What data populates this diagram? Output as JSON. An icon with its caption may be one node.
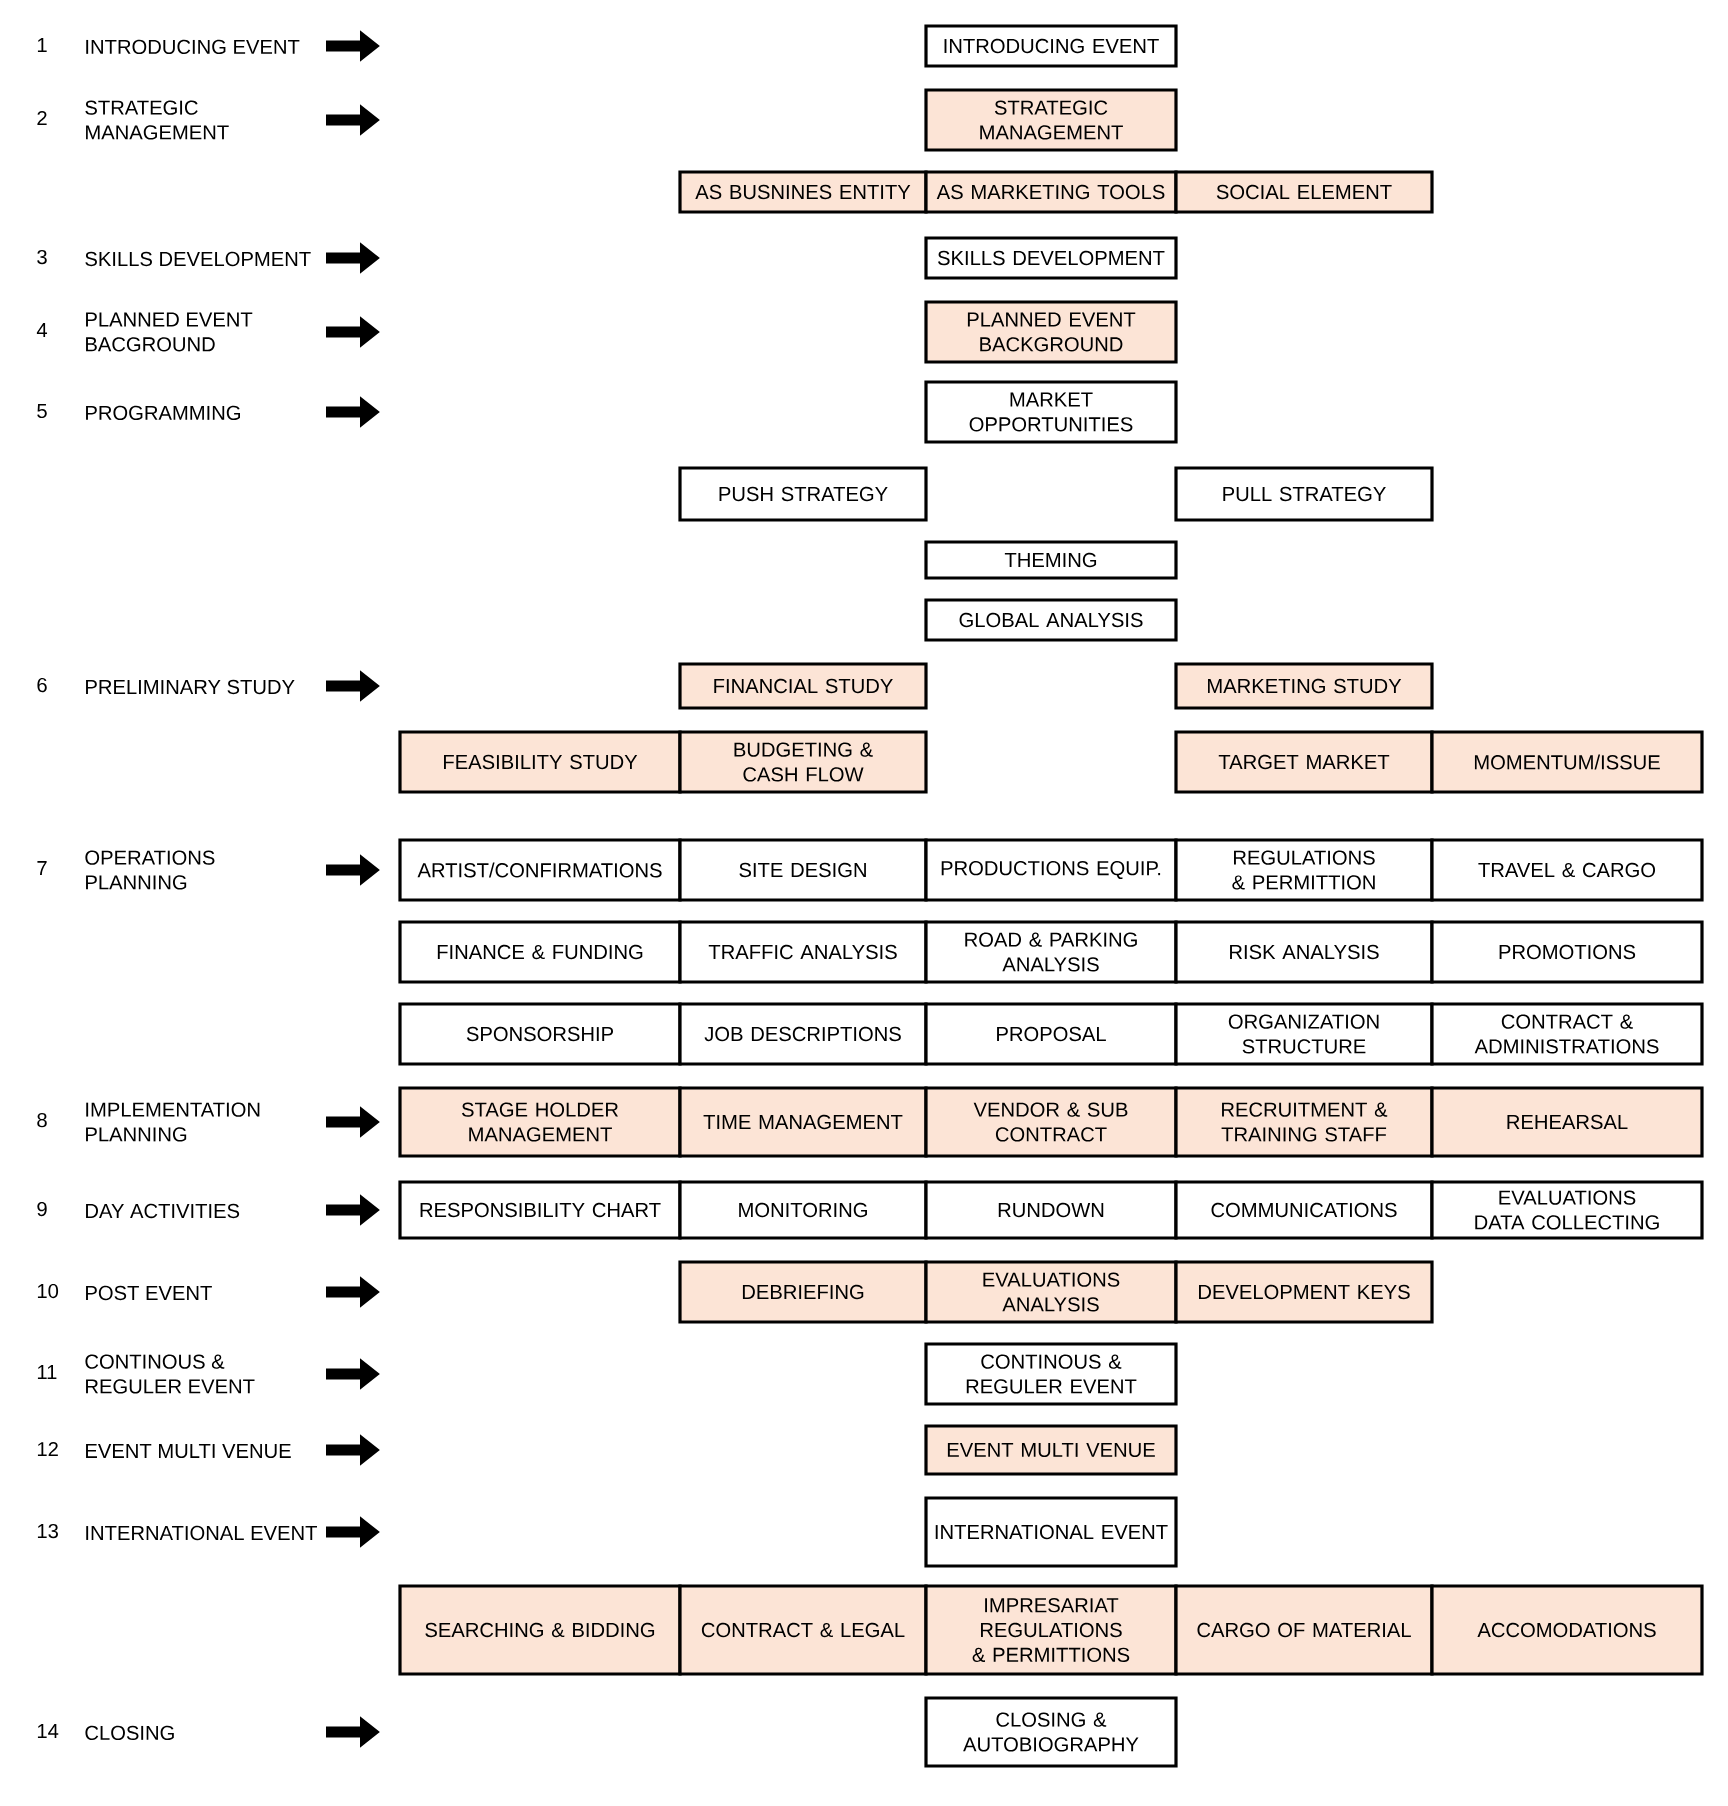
{
  "diagram": {
    "nodes": [
      {
        "text": [
          "1",
          "INTRODUCING EVENT"
        ]
      },
      {
        "text": [
          "INTRODUCING EVENT"
        ]
      },
      {
        "text": [
          "2",
          "STRATEGIC MANAGEMENT"
        ]
      },
      {
        "text": [
          "STRATEGIC MANAGEMENT"
        ]
      },
      {
        "text": [
          "AS BUSNINES ENTITY"
        ]
      },
      {
        "text": [
          "AS MARKETING TOOLS"
        ]
      },
      {
        "text": [
          "SOCIAL ELEMENT"
        ]
      },
      {
        "text": [
          "3",
          "SKILLS DEVELOPMENT"
        ]
      },
      {
        "text": [
          "SKILLS DEVELOPMENT"
        ]
      },
      {
        "text": [
          "4",
          "PLANNED EVENT BACGROUND"
        ]
      },
      {
        "text": [
          "PLANNED EVENT BACKGROUND"
        ]
      },
      {
        "text": [
          "5",
          "PROGRAMMING"
        ]
      },
      {
        "text": [
          "MARKET OPPORTUNITIES"
        ]
      },
      {
        "text": [
          "PUSH STRATEGY"
        ]
      },
      {
        "text": [
          "PULL STRATEGY"
        ]
      },
      {
        "text": [
          "THEMING"
        ]
      },
      {
        "text": [
          "GLOBAL ANALYSIS"
        ]
      },
      {
        "text": [
          "6",
          "PRELIMINARY STUDY"
        ]
      },
      {
        "text": [
          "FINANCIAL STUDY"
        ]
      },
      {
        "text": [
          "MARKETING STUDY"
        ]
      },
      {
        "text": [
          "FEASIBILITY STUDY"
        ]
      },
      {
        "text": [
          "BUDGETING & CASH FLOW"
        ]
      },
      {
        "text": [
          "TARGET MARKET"
        ]
      },
      {
        "text": [
          "MOMENTUM/ISSUE"
        ]
      },
      {
        "text": [
          "7",
          "OPERATIONS PLANNING"
        ]
      },
      {
        "text": [
          "ARTIST/CONFIRMATIONS"
        ]
      },
      {
        "text": [
          "SITE DESIGN"
        ]
      },
      {
        "text": [
          "PRODUCTIONS EQUIP."
        ]
      },
      {
        "text": [
          "REGULATIONS & PERMITTION"
        ]
      },
      {
        "text": [
          "TRAVEL & CARGO"
        ]
      },
      {
        "text": [
          "FINANCE & FUNDING"
        ]
      },
      {
        "text": [
          "TRAFFIC ANALYSIS"
        ]
      },
      {
        "text": [
          "ROAD & PARKING ANALYSIS"
        ]
      },
      {
        "text": [
          "RISK ANALYSIS"
        ]
      },
      {
        "text": [
          "PROMOTIONS"
        ]
      },
      {
        "text": [
          "SPONSORSHIP"
        ]
      },
      {
        "text": [
          "JOB DESCRIPTIONS"
        ]
      },
      {
        "text": [
          "PROPOSAL"
        ]
      },
      {
        "text": [
          "ORGANIZATION STRUCTURE"
        ]
      },
      {
        "text": [
          "CONTRACT & ADMINISTRATIONS"
        ]
      },
      {
        "text": [
          "8",
          "IMPLEMENTATION PLANNING"
        ]
      },
      {
        "text": [
          "STAGE HOLDER MANAGEMENT"
        ]
      },
      {
        "text": [
          "TIME MANAGEMENT"
        ]
      },
      {
        "text": [
          "VENDOR & SUB CONTRACT"
        ]
      },
      {
        "text": [
          "RECRUITMENT & TRAINING STAFF"
        ]
      },
      {
        "text": [
          "REHEARSAL"
        ]
      },
      {
        "text": [
          "9",
          "DAY ACTIVITIES"
        ]
      },
      {
        "text": [
          "RESPONSIBILITY CHART"
        ]
      },
      {
        "text": [
          "MONITORING"
        ]
      },
      {
        "text": [
          "RUNDOWN"
        ]
      },
      {
        "text": [
          "COMMUNICATIONS"
        ]
      },
      {
        "text": [
          "EVALUATIONS DATA COLLECTING"
        ]
      },
      {
        "text": [
          "10",
          "POST EVENT"
        ]
      },
      {
        "text": [
          "DEBRIEFING"
        ]
      },
      {
        "text": [
          "EVALUATIONS ANALYSIS"
        ]
      },
      {
        "text": [
          "DEVELOPMENT KEYS"
        ]
      },
      {
        "text": [
          "11",
          "CONTINOUS & REGULER EVENT"
        ]
      },
      {
        "text": [
          "CONTINOUS & REGULER EVENT"
        ]
      },
      {
        "text": [
          "12",
          "EVENT MULTI VENUE"
        ]
      },
      {
        "text": [
          "EVENT MULTI VENUE"
        ]
      },
      {
        "text": [
          "13",
          "INTERNATIONAL EVENT"
        ]
      },
      {
        "text": [
          "INTERNATIONAL EVENT"
        ]
      },
      {
        "text": [
          "SEARCHING & BIDDING"
        ]
      },
      {
        "text": [
          "CONTRACT & LEGAL"
        ]
      },
      {
        "text": [
          "IMPRESARIAT REGULATIONS & PERMITTIONS"
        ]
      },
      {
        "text": [
          "CARGO OF MATERIAL"
        ]
      },
      {
        "text": [
          "ACCOMODATIONS"
        ]
      },
      {
        "text": [
          "14",
          "CLOSING"
        ]
      },
      {
        "text": [
          "CLOSING & AUTOBIOGRAPHY"
        ]
      }
    ]
  }
}
